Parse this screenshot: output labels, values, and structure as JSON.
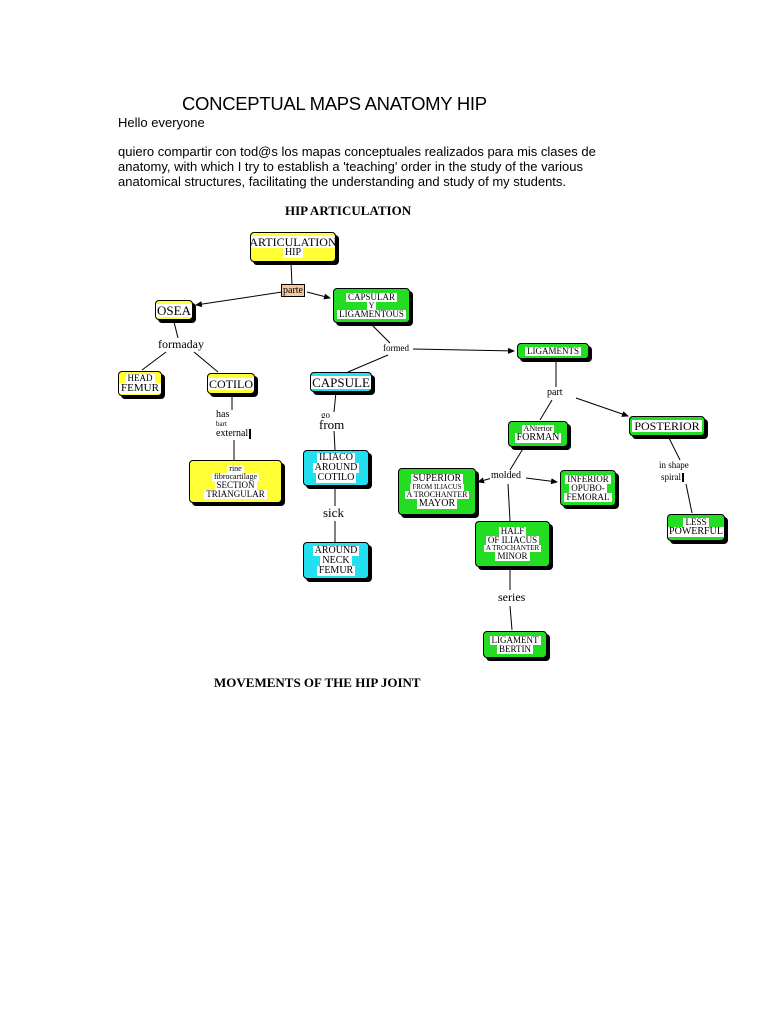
{
  "document": {
    "title": "CONCEPTUAL MAPS ANATOMY HIP",
    "greeting": "Hello everyone",
    "paragraph_lines": [
      "quiero compartir con tod@s los mapas conceptuales realizados para mis clases de",
      "anatomy, with which I try to establish a 'teaching' order in the study of the various",
      "anatomical structures, facilitating the understanding and study of my students."
    ],
    "map_title": "HIP ARTICULATION",
    "footer_heading": "MOVEMENTS OF THE HIP JOINT"
  },
  "map": {
    "nodes": {
      "articulation": {
        "lines": [
          "ARTICULATION",
          "HIP"
        ],
        "color": "yellow"
      },
      "osea": {
        "lines": [
          "OSEA"
        ],
        "color": "yellow"
      },
      "capsular": {
        "lines": [
          "CAPSULAR",
          "Y",
          "LIGAMENTOUS"
        ],
        "color": "green"
      },
      "head_femur": {
        "lines": [
          "HEAD",
          "FEMUR"
        ],
        "color": "yellow"
      },
      "cotilo": {
        "lines": [
          "COTILO"
        ],
        "color": "yellow"
      },
      "capsule": {
        "lines": [
          "CAPSULE"
        ],
        "color": "cyan"
      },
      "ligaments": {
        "lines": [
          "LIGAMENTS"
        ],
        "color": "green"
      },
      "rine": {
        "lines": [
          "rine",
          "fibrocartilage",
          "SECTION",
          "TRIANGULAR"
        ],
        "color": "yellow"
      },
      "iliaco": {
        "lines": [
          "ILIACO",
          "AROUND",
          "COTILO"
        ],
        "color": "cyan"
      },
      "around_neck": {
        "lines": [
          "AROUND",
          "NECK",
          "FEMUR"
        ],
        "color": "cyan"
      },
      "anterior": {
        "lines": [
          "ANterior",
          "FORMAN"
        ],
        "color": "green"
      },
      "posterior": {
        "lines": [
          "POSTERIOR"
        ],
        "color": "green"
      },
      "superior": {
        "lines": [
          "SUPERIOR",
          "FROM ILIACUS",
          "A TROCHANTER",
          "MAYOR"
        ],
        "color": "green"
      },
      "inferior": {
        "lines": [
          "INFERIOR",
          "OPUBO-",
          "FEMORAL"
        ],
        "color": "green"
      },
      "half": {
        "lines": [
          "HALF",
          "OF ILIACUS",
          "A TROCHANTER",
          "MINOR"
        ],
        "color": "green"
      },
      "less_powerful": {
        "lines": [
          "LESS",
          "POWERFUL"
        ],
        "color": "green"
      },
      "ligament_bertin": {
        "lines": [
          "LIGAMENT",
          "BERTIN"
        ],
        "color": "green"
      }
    },
    "labels": {
      "parte": "parte",
      "formaday": "formaday",
      "formed": "formed",
      "part": "part",
      "has": "has",
      "bart": "bart",
      "external": "external",
      "go": "go",
      "from": "from",
      "sick": "sick",
      "molded": "molded",
      "in_shape": "in shape",
      "spiral": "spiral",
      "series": "series"
    }
  }
}
